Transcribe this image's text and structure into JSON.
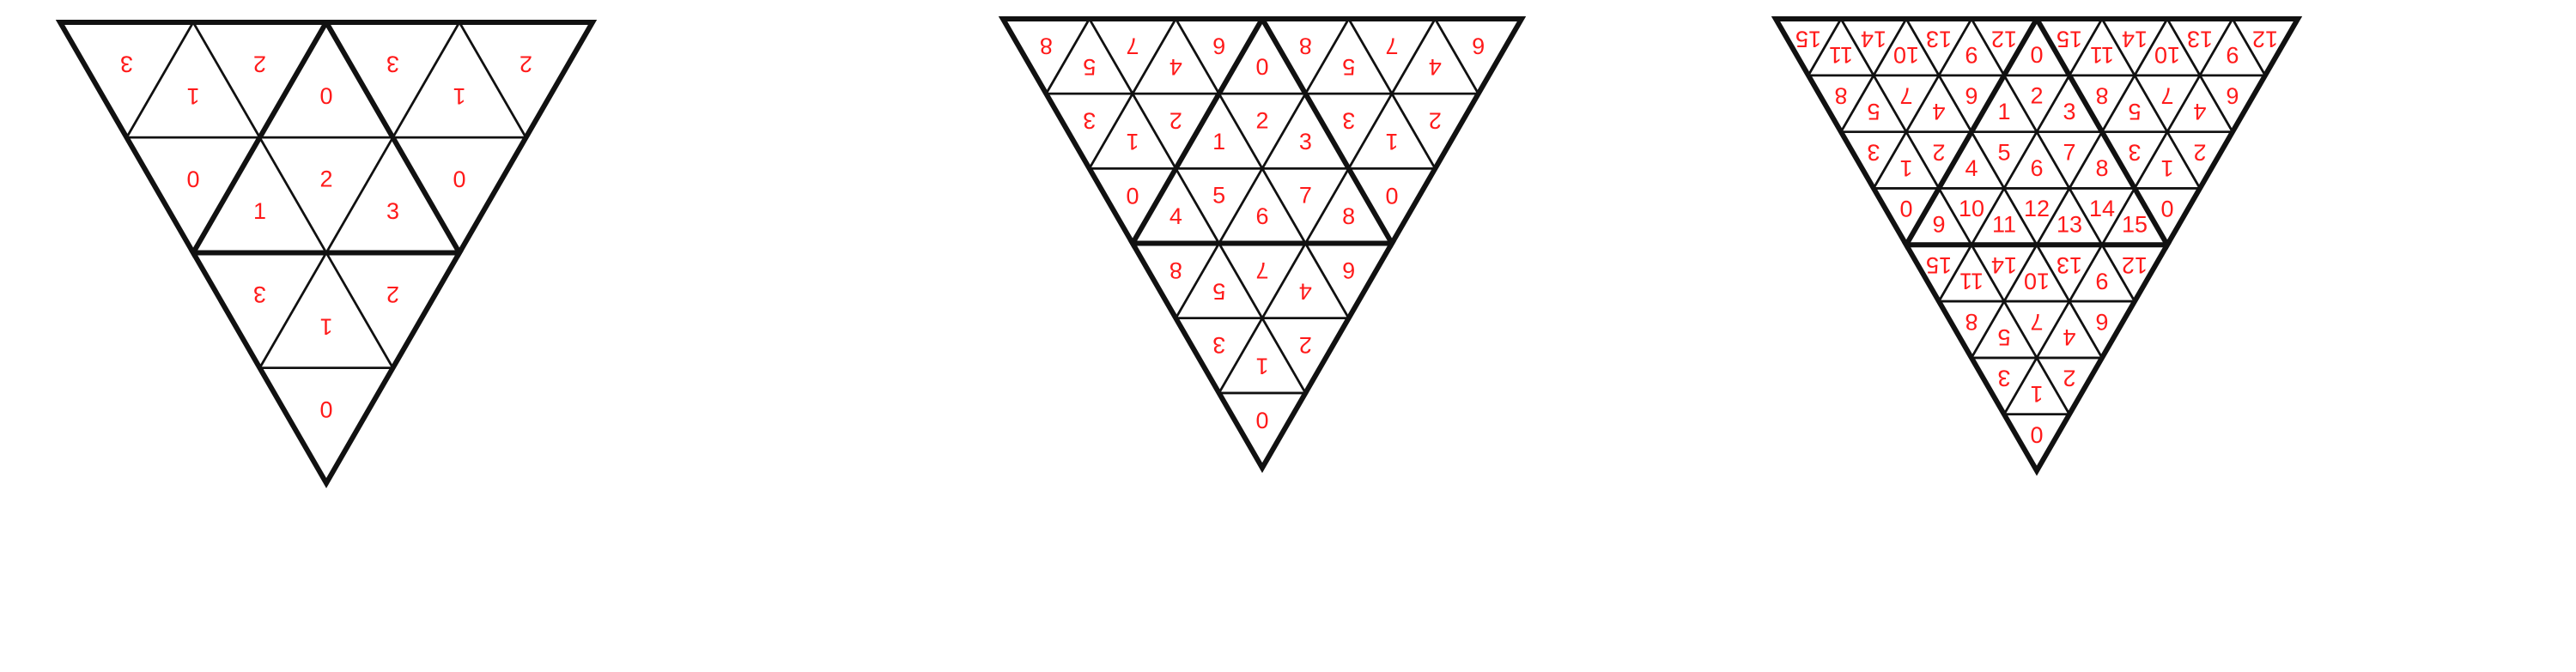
{
  "diagrams": [
    {
      "id": "order-2",
      "rows": [
        [
          {
            "label": "0"
          }
        ],
        [
          {
            "label": "3",
            "flip": true
          },
          {
            "label": "1"
          },
          {
            "label": "1",
            "flip": true
          }
        ]
      ],
      "triangles": [
        {
          "label": "0"
        },
        {
          "label": "1"
        },
        {
          "label": "2"
        },
        {
          "label": "3"
        },
        {
          "label": "3"
        },
        {
          "label": "2"
        },
        {
          "label": "1"
        },
        {
          "label": "0"
        },
        {
          "label": "3"
        },
        {
          "label": "2"
        },
        {
          "label": "1"
        },
        {
          "label": "0"
        },
        {
          "label": "3"
        },
        {
          "label": "2"
        },
        {
          "label": "1"
        },
        {
          "label": "0"
        }
      ]
    },
    {
      "id": "order-3",
      "triangles": [
        {
          "label": "0"
        },
        {
          "label": "1"
        },
        {
          "label": "2"
        },
        {
          "label": "3"
        },
        {
          "label": "4"
        },
        {
          "label": "5"
        },
        {
          "label": "6"
        },
        {
          "label": "7"
        },
        {
          "label": "8"
        },
        {
          "label": "8"
        },
        {
          "label": "7"
        },
        {
          "label": "6"
        },
        {
          "label": "5"
        },
        {
          "label": "4"
        },
        {
          "label": "3"
        },
        {
          "label": "2"
        },
        {
          "label": "1"
        },
        {
          "label": "0"
        },
        {
          "label": "8"
        },
        {
          "label": "7"
        },
        {
          "label": "6"
        },
        {
          "label": "5"
        },
        {
          "label": "4"
        },
        {
          "label": "3"
        },
        {
          "label": "2"
        },
        {
          "label": "1"
        },
        {
          "label": "0"
        },
        {
          "label": "8"
        },
        {
          "label": "7"
        },
        {
          "label": "6"
        },
        {
          "label": "5"
        },
        {
          "label": "4"
        },
        {
          "label": "3"
        },
        {
          "label": "2"
        },
        {
          "label": "1"
        },
        {
          "label": "0"
        }
      ]
    },
    {
      "id": "order-4",
      "triangles": [
        {
          "label": "0"
        },
        {
          "label": "1"
        },
        {
          "label": "2"
        },
        {
          "label": "3"
        },
        {
          "label": "4"
        },
        {
          "label": "5"
        },
        {
          "label": "6"
        },
        {
          "label": "7"
        },
        {
          "label": "8"
        },
        {
          "label": "9"
        },
        {
          "label": "10"
        },
        {
          "label": "11"
        },
        {
          "label": "12"
        },
        {
          "label": "13"
        },
        {
          "label": "14"
        },
        {
          "label": "15"
        },
        {
          "label": "15"
        },
        {
          "label": "14"
        },
        {
          "label": "13"
        },
        {
          "label": "12"
        },
        {
          "label": "11"
        },
        {
          "label": "10"
        },
        {
          "label": "9"
        },
        {
          "label": "8"
        },
        {
          "label": "7"
        },
        {
          "label": "6"
        },
        {
          "label": "5"
        },
        {
          "label": "4"
        },
        {
          "label": "3"
        },
        {
          "label": "2"
        },
        {
          "label": "1"
        },
        {
          "label": "0"
        },
        {
          "label": "15"
        },
        {
          "label": "14"
        },
        {
          "label": "13"
        },
        {
          "label": "12"
        },
        {
          "label": "11"
        },
        {
          "label": "10"
        },
        {
          "label": "9"
        },
        {
          "label": "8"
        },
        {
          "label": "7"
        },
        {
          "label": "6"
        },
        {
          "label": "5"
        },
        {
          "label": "4"
        },
        {
          "label": "3"
        },
        {
          "label": "2"
        },
        {
          "label": "1"
        },
        {
          "label": "0"
        },
        {
          "label": "15"
        },
        {
          "label": "14"
        },
        {
          "label": "13"
        },
        {
          "label": "12"
        },
        {
          "label": "11"
        },
        {
          "label": "10"
        },
        {
          "label": "9"
        },
        {
          "label": "8"
        },
        {
          "label": "7"
        },
        {
          "label": "6"
        },
        {
          "label": "5"
        },
        {
          "label": "4"
        },
        {
          "label": "3"
        },
        {
          "label": "2"
        },
        {
          "label": "1"
        },
        {
          "label": "0"
        }
      ]
    }
  ]
}
